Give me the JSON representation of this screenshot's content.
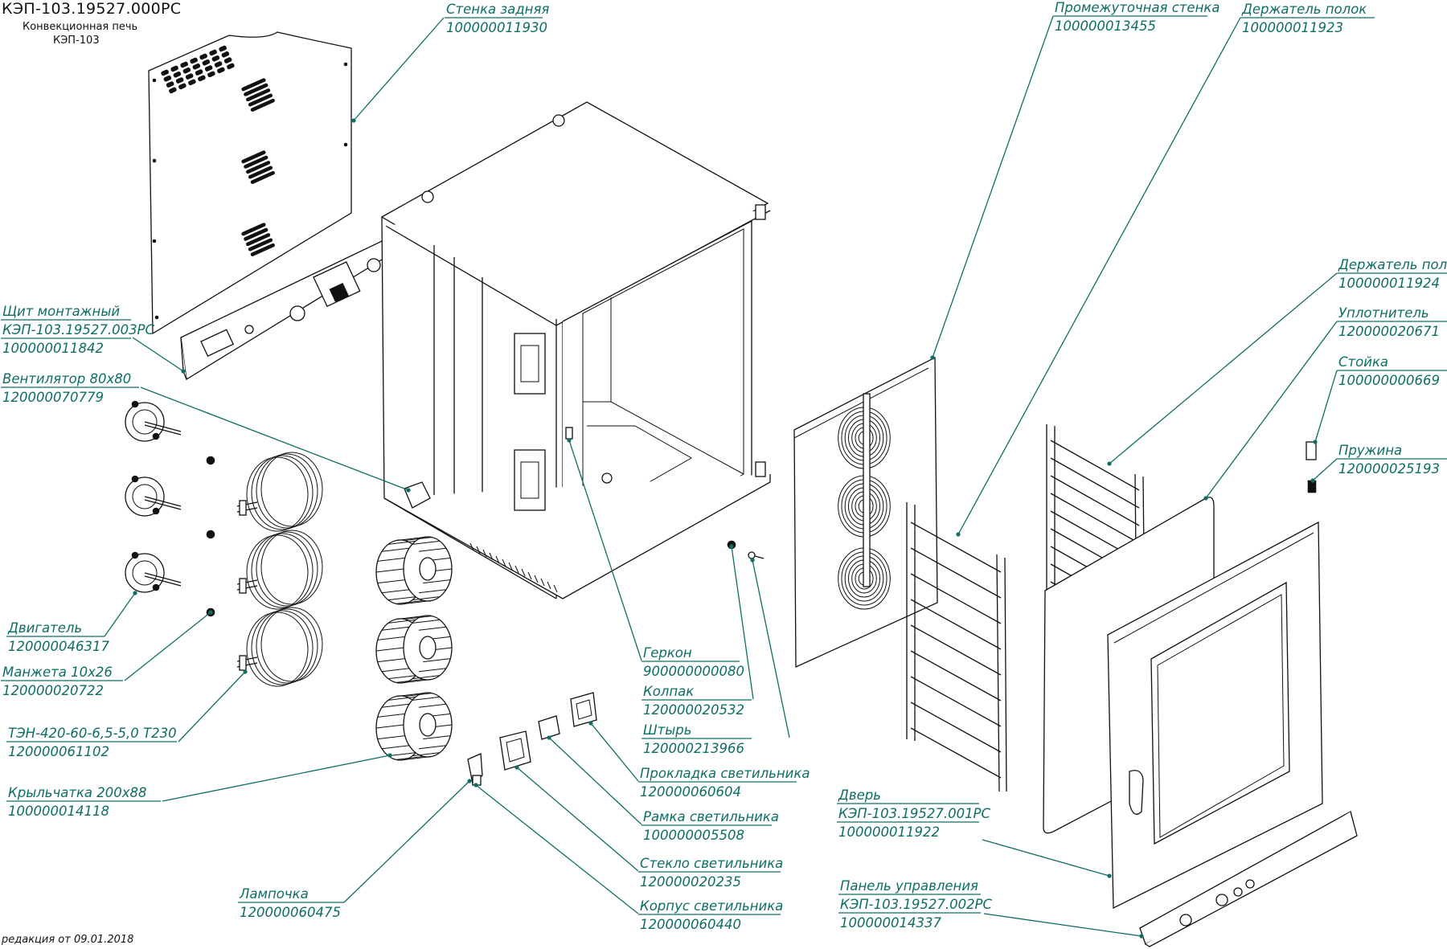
{
  "header": {
    "doc_code": "КЭП-103.19527.000РС",
    "product_name": "Конвекционная печь",
    "model": "КЭП-103"
  },
  "revision": "редакция от 09.01.2018",
  "callouts": [
    {
      "id": "stenka-zadnyaya",
      "lines": [
        "Стенка задняя",
        "100000011930"
      ]
    },
    {
      "id": "promezhutochnaya-stenka",
      "lines": [
        "Промежуточная стенка",
        "100000013455"
      ]
    },
    {
      "id": "derzhatel-polok-1",
      "lines": [
        "Держатель полок",
        "100000011923"
      ]
    },
    {
      "id": "derzhatel-polok-2",
      "lines": [
        "Держатель полок",
        "100000011924"
      ]
    },
    {
      "id": "uplotnitel",
      "lines": [
        "Уплотнитель",
        "120000020671"
      ]
    },
    {
      "id": "stoyka",
      "lines": [
        "Стойка",
        "100000000669"
      ]
    },
    {
      "id": "pruzhina",
      "lines": [
        "Пружина",
        "120000025193"
      ]
    },
    {
      "id": "shchit-montazhny",
      "lines": [
        "Щит монтажный",
        "КЭП-103.19527.003РС",
        "100000011842"
      ]
    },
    {
      "id": "ventilyator",
      "lines": [
        "Вентилятор 80х80",
        "120000070779"
      ]
    },
    {
      "id": "dvigatel",
      "lines": [
        "Двигатель",
        "120000046317"
      ]
    },
    {
      "id": "manzheta",
      "lines": [
        "Манжета 10х26",
        "120000020722"
      ]
    },
    {
      "id": "ten",
      "lines": [
        "ТЭН-420-60-6,5-5,0 Т230",
        "120000061102"
      ]
    },
    {
      "id": "krylchatka",
      "lines": [
        "Крыльчатка 200х88",
        "100000014118"
      ]
    },
    {
      "id": "lampochka",
      "lines": [
        "Лампочка",
        "120000060475"
      ]
    },
    {
      "id": "gerkon",
      "lines": [
        "Геркон",
        "900000000080"
      ]
    },
    {
      "id": "kolpak",
      "lines": [
        "Колпак",
        "120000020532"
      ]
    },
    {
      "id": "shtyr",
      "lines": [
        "Штырь",
        "120000213966"
      ]
    },
    {
      "id": "prokladka-svetilnika",
      "lines": [
        "Прокладка светильника",
        "120000060604"
      ]
    },
    {
      "id": "ramka-svetilnika",
      "lines": [
        "Рамка светильника",
        "100000005508"
      ]
    },
    {
      "id": "steklo-svetilnika",
      "lines": [
        "Стекло светильника",
        "120000020235"
      ]
    },
    {
      "id": "korpus-svetilnika",
      "lines": [
        "Корпус светильника",
        "120000060440"
      ]
    },
    {
      "id": "dver",
      "lines": [
        "Дверь",
        "КЭП-103.19527.001РС",
        "100000011922"
      ]
    },
    {
      "id": "panel-upravleniya",
      "lines": [
        "Панель управления",
        "КЭП-103.19527.002РС",
        "100000014337"
      ]
    }
  ]
}
